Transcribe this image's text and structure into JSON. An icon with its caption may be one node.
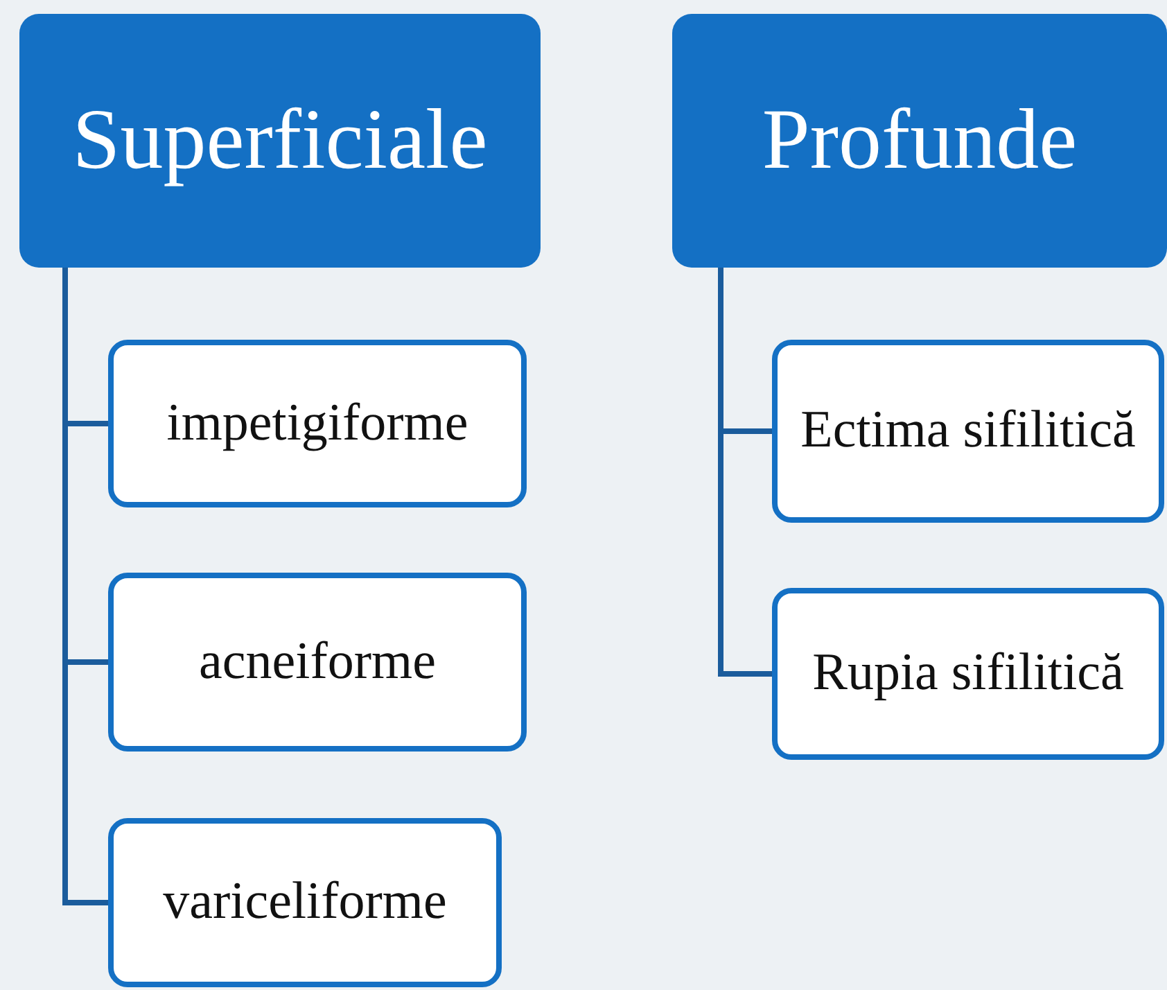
{
  "diagram": {
    "nodes": [
      {
        "text": [
          "Superficiale"
        ]
      },
      {
        "text": [
          "impetigiforme"
        ]
      },
      {
        "text": [
          "acneiforme"
        ]
      },
      {
        "text": [
          "variceliforme"
        ]
      },
      {
        "text": [
          "Profunde"
        ]
      },
      {
        "text": [
          "Ectima sifilitică"
        ]
      },
      {
        "text": [
          "Rupia sifilitică"
        ]
      }
    ],
    "edges": [
      {
        "from": 0,
        "to": 1,
        "arrow": "none"
      },
      {
        "from": 0,
        "to": 2,
        "arrow": "none"
      },
      {
        "from": 0,
        "to": 3,
        "arrow": "none"
      },
      {
        "from": 4,
        "to": 5,
        "arrow": "none"
      },
      {
        "from": 4,
        "to": 6,
        "arrow": "none"
      }
    ]
  }
}
